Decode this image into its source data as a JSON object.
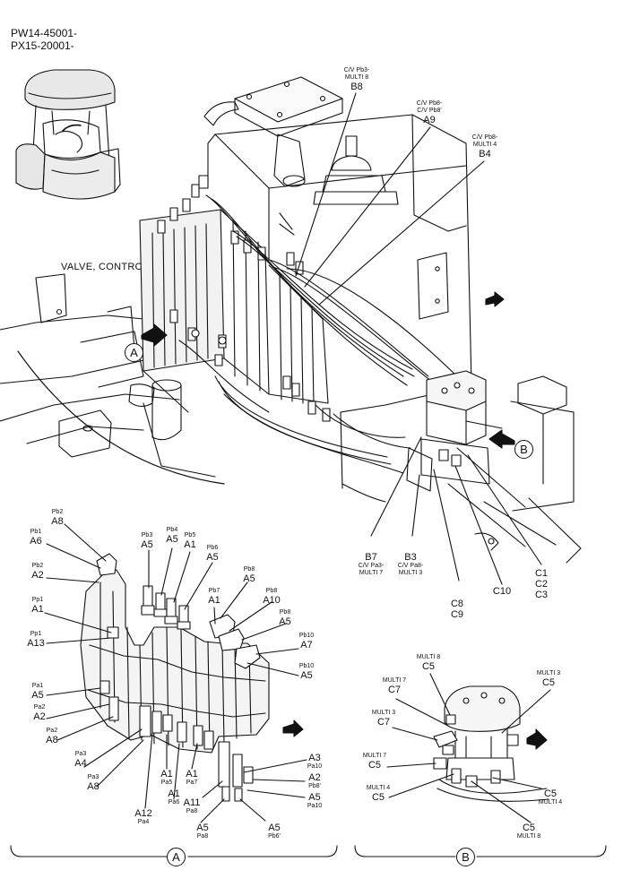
{
  "header": {
    "line1": "PW14-45001-",
    "line2": "PX15-20001-"
  },
  "title": "VALVE, CONTROL",
  "view_markers": {
    "a": "A",
    "b": "B"
  },
  "main_callouts": [
    {
      "id": "b8",
      "sub": "C/V Pb3-\nMULTI 8",
      "code": "B8"
    },
    {
      "id": "a9",
      "sub": "C/V Pb8-\nC/V Pb8'",
      "code": "A9"
    },
    {
      "id": "b4",
      "sub": "C/V Pb8-\nMULTI 4",
      "code": "B4"
    },
    {
      "id": "b7",
      "code": "B7",
      "sub": "C/V Pa3-\nMULTI 7"
    },
    {
      "id": "b3",
      "code": "B3",
      "sub": "C/V Pa8-\nMULTI 3"
    },
    {
      "id": "c8",
      "code": "C8\nC9"
    },
    {
      "id": "c10",
      "code": "C10"
    },
    {
      "id": "c1",
      "code": "C1\nC2\nC3"
    }
  ],
  "view_a_callouts": [
    {
      "id": "pb2a",
      "port": "Pb2",
      "code": "A8"
    },
    {
      "id": "pb1",
      "port": "Pb1",
      "code": "A6"
    },
    {
      "id": "pb2b",
      "port": "Pb2",
      "code": "A2"
    },
    {
      "id": "pp1a",
      "port": "Pp1",
      "code": "A1"
    },
    {
      "id": "pp1b",
      "port": "Pp1",
      "code": "A13"
    },
    {
      "id": "pb3",
      "port": "Pb3",
      "code": "A5"
    },
    {
      "id": "pb4",
      "port": "Pb4",
      "code": "A5"
    },
    {
      "id": "pb5",
      "port": "Pb5",
      "code": "A1"
    },
    {
      "id": "pb6",
      "port": "Pb6",
      "code": "A5"
    },
    {
      "id": "pb8a",
      "port": "Pb8",
      "code": "A5"
    },
    {
      "id": "pb7",
      "port": "Pb7",
      "code": "A1"
    },
    {
      "id": "pb8b",
      "port": "Pb8",
      "code": "A10"
    },
    {
      "id": "pb8c",
      "port": "Pb8",
      "code": "A5"
    },
    {
      "id": "pb10a",
      "port": "Pb10",
      "code": "A7"
    },
    {
      "id": "pb10b",
      "port": "Pb10",
      "code": "A5"
    },
    {
      "id": "pa1",
      "port": "Pa1",
      "code": "A5"
    },
    {
      "id": "pa2a",
      "port": "Pa2",
      "code": "A2"
    },
    {
      "id": "pa2b",
      "port": "Pa2",
      "code": "A8"
    },
    {
      "id": "pa3a",
      "port": "Pa3",
      "code": "A4"
    },
    {
      "id": "pa3b",
      "port": "Pa3",
      "code": "A8"
    },
    {
      "id": "pa5",
      "code": "A1",
      "port": "Pa5"
    },
    {
      "id": "pa7",
      "code": "A1",
      "port": "Pa7"
    },
    {
      "id": "pa4",
      "code": "A12",
      "port": "Pa4"
    },
    {
      "id": "pa6",
      "code": "A1",
      "port": "Pa6"
    },
    {
      "id": "pa8a",
      "code": "A11",
      "port": "Pa8"
    },
    {
      "id": "pa8b",
      "code": "A5",
      "port": "Pa8"
    },
    {
      "id": "pb6p",
      "code": "A5",
      "port": "Pb6'"
    },
    {
      "id": "pa10a",
      "code": "A3",
      "port": "Pa10"
    },
    {
      "id": "pb8p",
      "code": "A2",
      "port": "Pb8'"
    },
    {
      "id": "pa10b",
      "code": "A5",
      "port": "Pa10"
    }
  ],
  "view_b_callouts": [
    {
      "id": "m8a",
      "port": "MULTI 8",
      "code": "C5"
    },
    {
      "id": "m3a",
      "port": "MULTI 3",
      "code": "C5"
    },
    {
      "id": "m7a",
      "port": "MULTI 7",
      "code": "C7"
    },
    {
      "id": "m3b",
      "port": "MULTI 3",
      "code": "C7"
    },
    {
      "id": "m7b",
      "port": "MULTI 7",
      "code": "C5"
    },
    {
      "id": "m4a",
      "port": "MULTI 4",
      "code": "C5"
    },
    {
      "id": "m4b",
      "code": "C5",
      "port": "MULTI 4"
    },
    {
      "id": "m8b",
      "code": "C5",
      "port": "MULTI 8"
    }
  ]
}
